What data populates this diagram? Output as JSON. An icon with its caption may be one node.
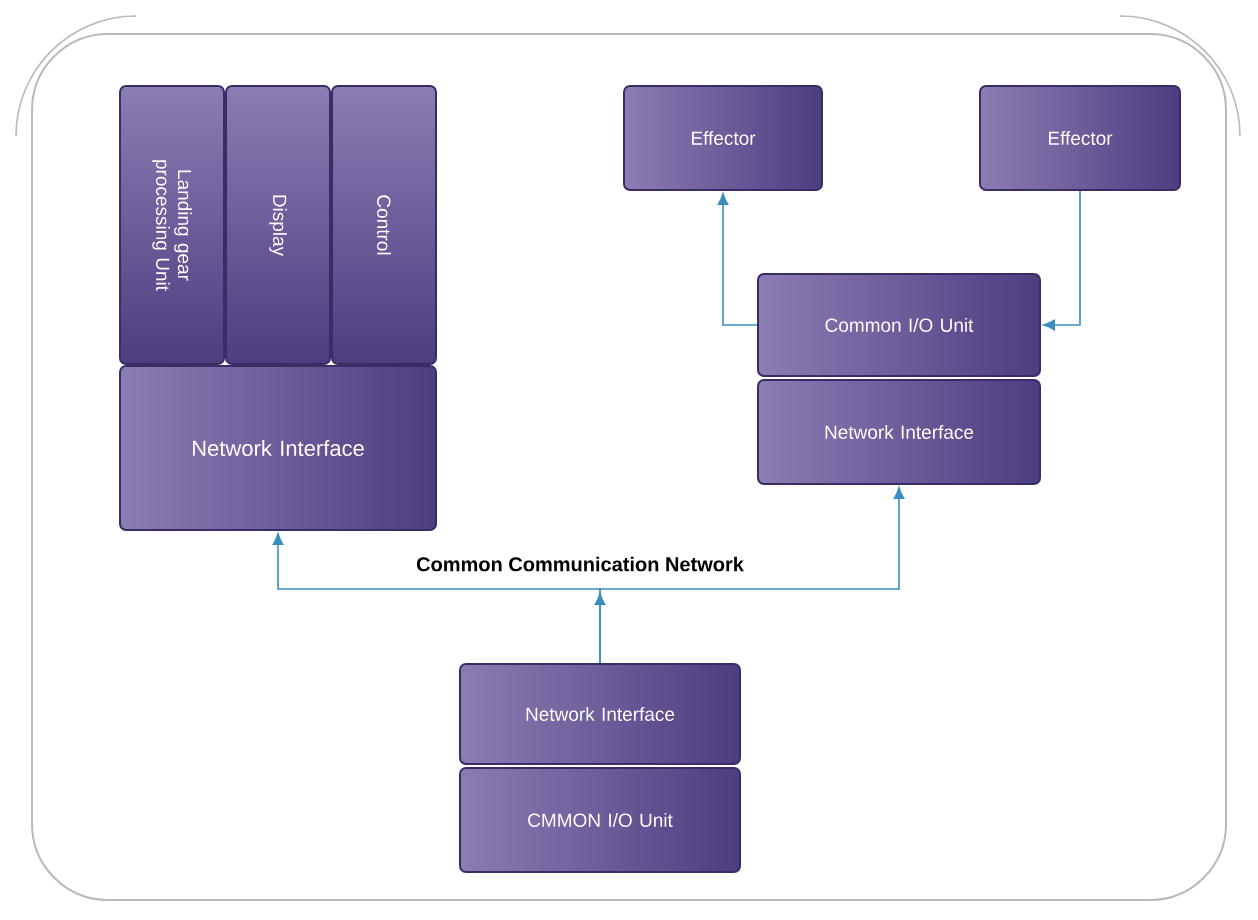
{
  "diagram": {
    "nodes": [
      {
        "text": [
          "Landing gear processing Unit"
        ]
      },
      {
        "text": [
          "Display"
        ]
      },
      {
        "text": [
          "Control"
        ]
      },
      {
        "text": [
          "Network Interface"
        ]
      },
      {
        "text": [
          "Effector"
        ]
      },
      {
        "text": [
          "Effector"
        ]
      },
      {
        "text": [
          "Common I/O Unit"
        ]
      },
      {
        "text": [
          "Network Interface"
        ]
      },
      {
        "text": [
          "Network Interface"
        ]
      },
      {
        "text": [
          "CMMON I/O Unit"
        ]
      }
    ],
    "edges": [
      {
        "from": 8,
        "to": 3,
        "arrow": "to"
      },
      {
        "from": 8,
        "to": 7,
        "arrow": "to"
      },
      {
        "from": 6,
        "to": 4,
        "arrow": "to"
      },
      {
        "from": 5,
        "to": 6,
        "arrow": "to"
      }
    ],
    "labels": [
      "Common Communication Network"
    ]
  }
}
